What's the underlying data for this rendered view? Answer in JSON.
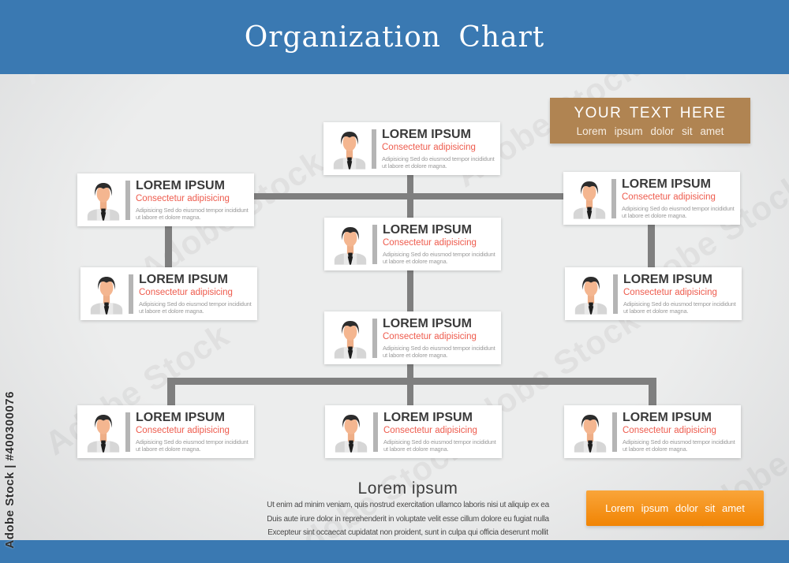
{
  "header": {
    "title": "Organization Chart"
  },
  "highlight_box": {
    "title": "YOUR TEXT HERE",
    "subtitle": "Lorem ipsum dolor sit amet"
  },
  "card": {
    "title": "LOREM IPSUM",
    "subtitle": "Consectetur adipisicing",
    "body_line1": "Adipisicing Sed do eiusmod tempor incididunt",
    "body_line2": "ut labore et dolore magna."
  },
  "footer": {
    "heading": "Lorem ipsum",
    "lines": [
      "Ut enim ad minim veniam, quis nostrud exercitation ullamco laboris nisi ut aliquip ex ea",
      "Duis aute irure dolor in reprehenderit in voluptate velit esse cillum dolore eu fugiat nulla",
      "Excepteur sint occaecat cupidatat non proident, sunt in culpa qui officia deserunt mollit"
    ],
    "button_label": "Lorem ipsum dolor sit amet"
  },
  "watermark": {
    "brand": "Adobe Stock",
    "stock_id": "Adobe Stock | #400300076"
  },
  "icons": {
    "person_avatar": "person-bust"
  },
  "colors": {
    "banner_blue": "#3A79B2",
    "background_gray": "#E9EAEB",
    "card_accent_red": "#EE5B4D",
    "highlight_brown": "#B08452",
    "button_orange_top": "#F9A53A",
    "button_orange_bottom": "#F18403",
    "connector_gray": "#7F7F7F"
  }
}
